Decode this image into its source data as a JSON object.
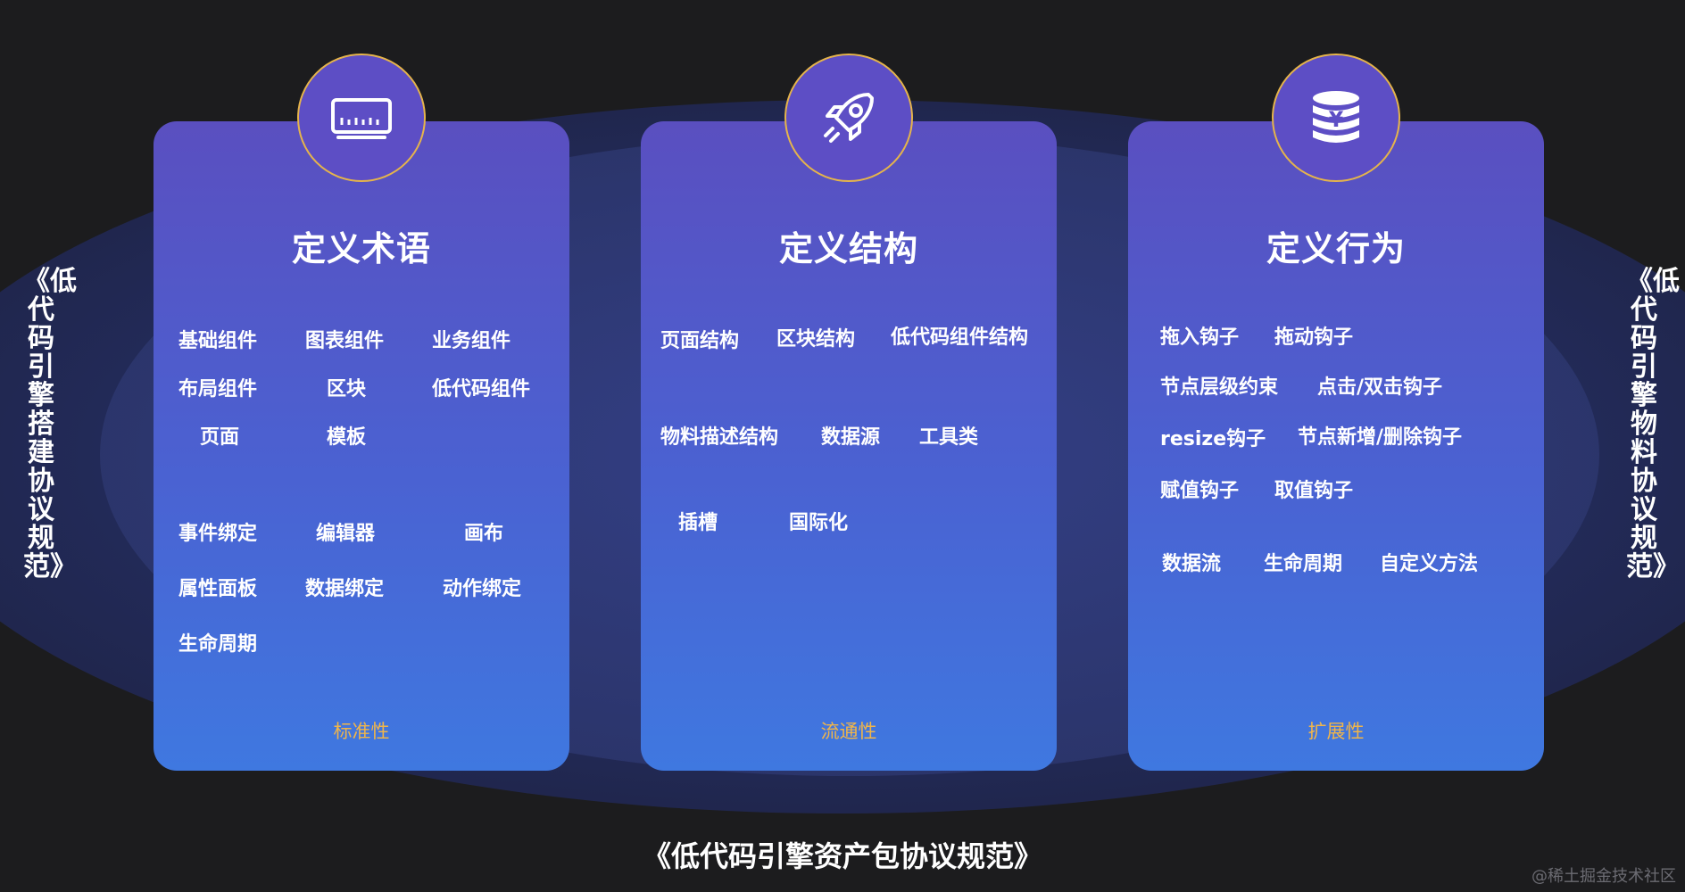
{
  "cards": [
    {
      "title": "定义术语",
      "icon": "ruler-icon",
      "terms": [
        "基础组件",
        "图表组件",
        "业务组件",
        "布局组件",
        "区块",
        "低代码组件",
        "页面",
        "模板",
        "事件绑定",
        "编辑器",
        "画布",
        "属性面板",
        "数据绑定",
        "动作绑定",
        "生命周期"
      ],
      "footer": "标准性"
    },
    {
      "title": "定义结构",
      "icon": "rocket-icon",
      "terms": [
        "页面结构",
        "区块结构",
        "低代码组件结构",
        "物料描述结构",
        "数据源",
        "工具类",
        "插槽",
        "国际化"
      ],
      "footer": "流通性"
    },
    {
      "title": "定义行为",
      "icon": "coin-stack-icon",
      "terms": [
        "拖入钩子",
        "拖动钩子",
        "节点层级约束",
        "点击/双击钩子",
        "resize钩子",
        "节点新增/删除钩子",
        "赋值钩子",
        "取值钩子",
        "数据流",
        "生命周期",
        "自定义方法"
      ],
      "footer": "扩展性"
    }
  ],
  "left_side": "《低代码引擎搭建协议规范》",
  "right_side": "《低代码引擎物料协议规范》",
  "bottom_title": "《低代码引擎资产包协议规范》",
  "watermark": "@稀土掘金技术社区",
  "colors": {
    "background": "#1c1c1e",
    "card_top": "#5a4fc0",
    "card_bottom": "#3f78e0",
    "accent": "#f0b54a",
    "icon_ring": "#e5b44b"
  }
}
